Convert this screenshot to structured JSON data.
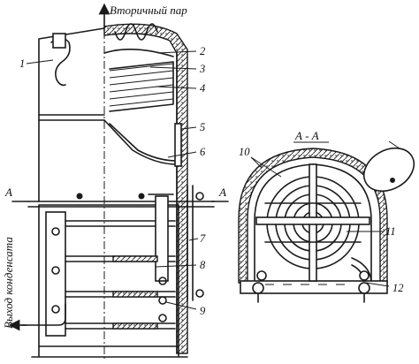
{
  "labels": {
    "secondary_steam": "Вторичный пар",
    "condensate_outlet": "Выход конденсата",
    "section_marker": "А",
    "section_title": "А - А"
  },
  "callouts": {
    "c1": "1",
    "c2": "2",
    "c3": "3",
    "c4": "4",
    "c5": "5",
    "c6": "6",
    "c7": "7",
    "c8": "8",
    "c9": "9",
    "c10": "10",
    "c11": "11",
    "c12": "12"
  }
}
